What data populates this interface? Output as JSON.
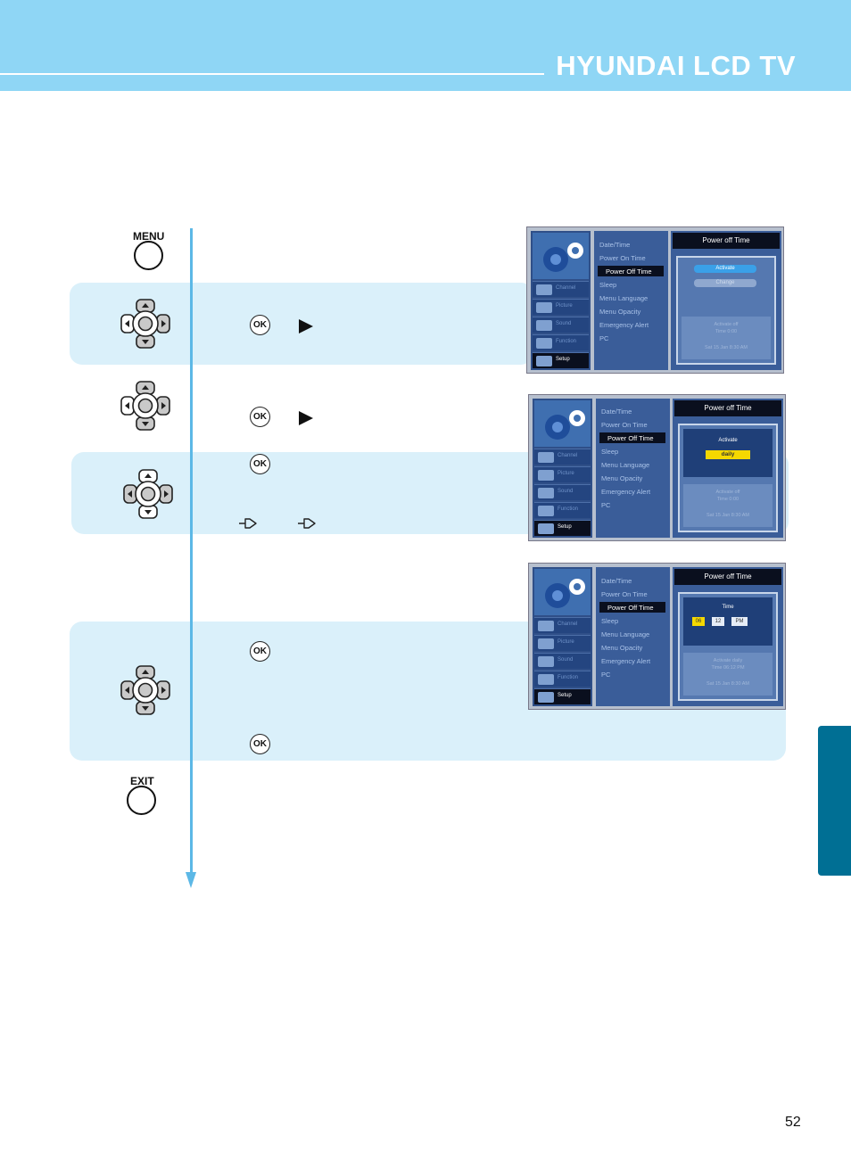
{
  "header": {
    "brand": "HYUNDAI LCD TV"
  },
  "buttons": {
    "menu_label": "MENU",
    "exit_label": "EXIT",
    "ok_label": "OK"
  },
  "tv_menu": {
    "tabs": [
      "Channel",
      "Picture",
      "Sound",
      "Function",
      "Setup"
    ],
    "items": [
      "Date/Time",
      "Power On Time",
      "Power Off Time",
      "Sleep",
      "Menu Language",
      "Menu Opacity",
      "Emergency Alert",
      "PC"
    ],
    "right_title": "Power off Time",
    "screen1": {
      "btn_activate": "Activate",
      "btn_change": "Change",
      "note1": "Activate off",
      "note2": "Time 0:00",
      "note3": "Sat 15 Jan 8:30 AM"
    },
    "screen2": {
      "activate_label": "Activate",
      "activate_value": "daily",
      "note1": "Activate off",
      "note2": "Time 0:00",
      "note3": "Sat 15 Jan 8:30 AM"
    },
    "screen3": {
      "time_label": "Time",
      "hour": "06",
      "minute": "12",
      "ampm": "PM",
      "note1": "Activate daily",
      "note2": "Time 06:12 PM",
      "note3": "Sat 15 Jan 8:30 AM"
    }
  },
  "colors": {
    "header": "#8fd6f5",
    "band": "#daf0fa",
    "accent": "#5cb8e6",
    "tab": "#006f94"
  },
  "page_number": "52"
}
